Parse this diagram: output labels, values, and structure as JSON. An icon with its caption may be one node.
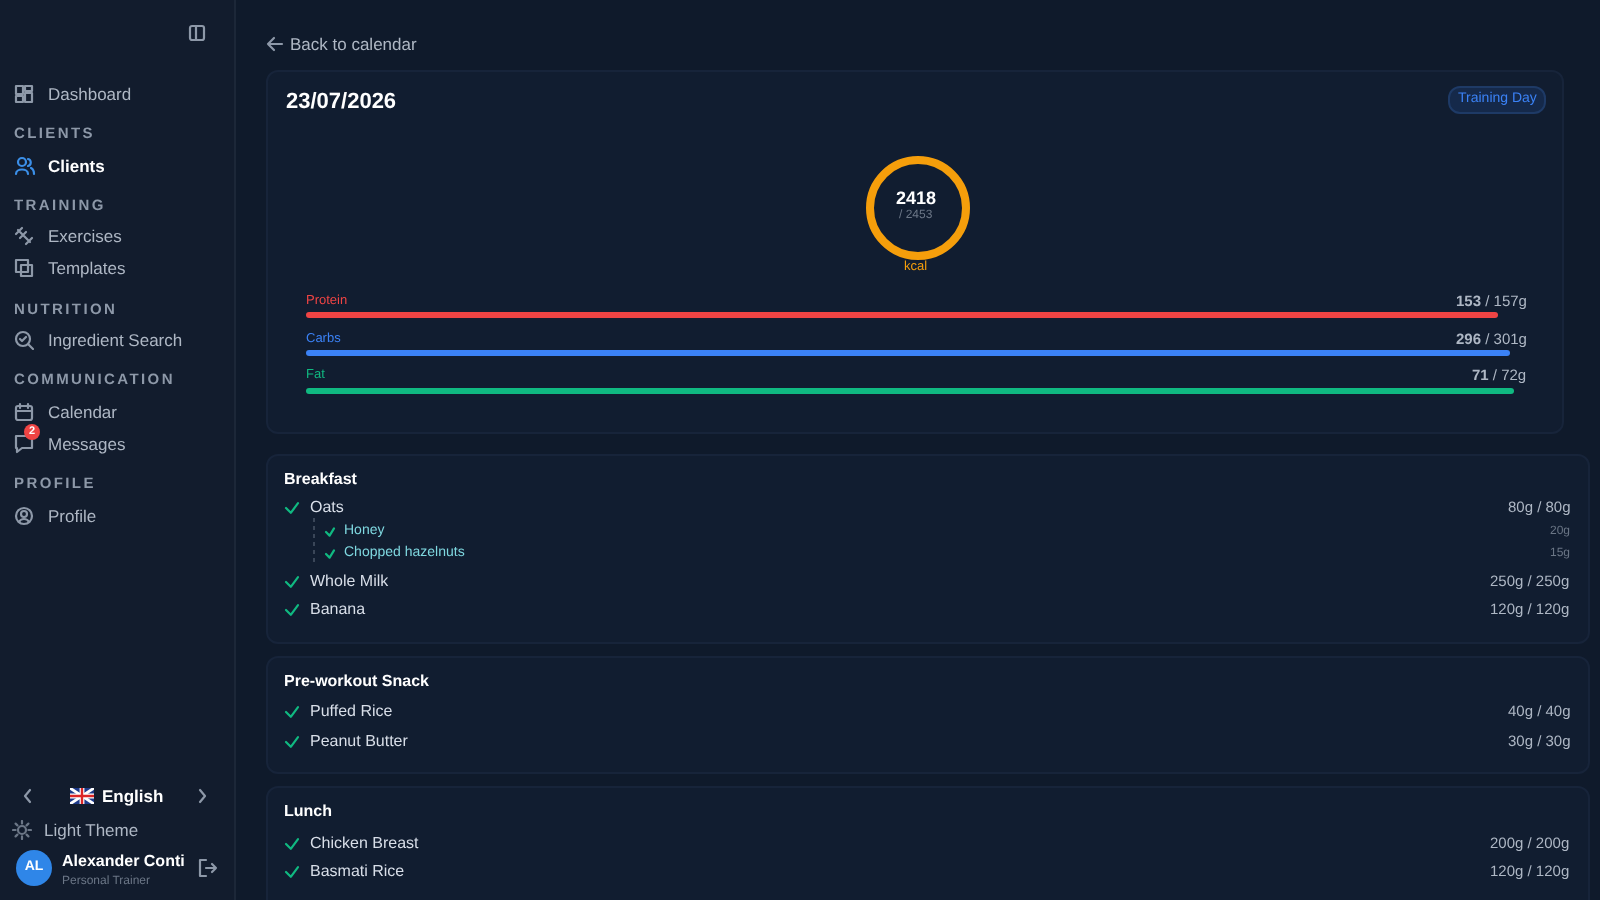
{
  "diagram": {
    "labels": [
      "Dashboard",
      "CLIENTS",
      "Clients",
      "TRAINING",
      "Exercises",
      "Templates",
      "NUTRITION",
      "Ingredient Search",
      "COMMUNICATION",
      "Calendar",
      "2",
      "Messages",
      "PROFILE",
      "Profile",
      "English",
      "Light Theme",
      "AL",
      "Alexander Conti",
      "Personal Trainer",
      "Back to calendar",
      "23/07/2026",
      "Training Day",
      "2418",
      "/ 2453",
      "kcal",
      "Protein",
      "**153** / 157g",
      "Carbs",
      "**296** / 301g",
      "Fat",
      "**71** / 72g",
      "Breakfast",
      "Oats",
      "80g / 80g",
      "Honey",
      "20g",
      "Chopped hazelnuts",
      "15g",
      "Whole Milk",
      "250g / 250g",
      "Banana",
      "120g / 120g",
      "Pre-workout Snack",
      "Puffed Rice",
      "40g / 40g",
      "Peanut Butter",
      "30g / 30g",
      "Lunch",
      "Chicken Breast",
      "200g / 200g",
      "Basmati Rice",
      "120g / 120g"
    ]
  }
}
